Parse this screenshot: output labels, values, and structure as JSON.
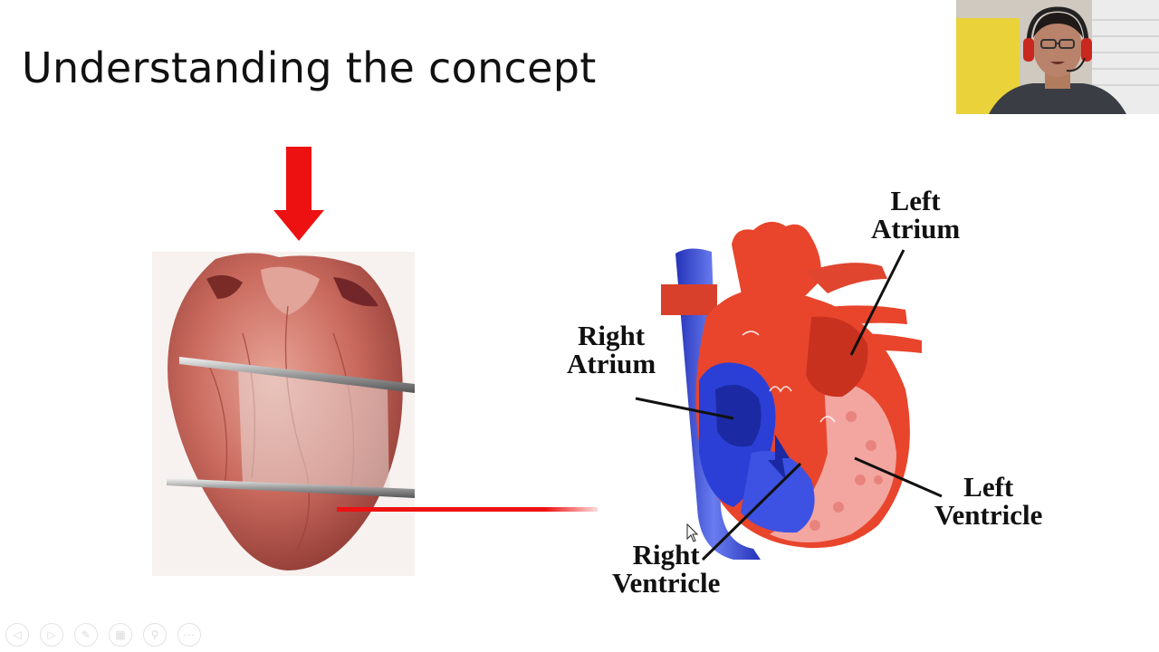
{
  "slide": {
    "title": "Understanding the concept"
  },
  "labels": {
    "left_atrium": [
      "Left",
      "Atrium"
    ],
    "right_atrium": [
      "Right",
      "Atrium"
    ],
    "left_ventricle": [
      "Left",
      "Ventricle"
    ],
    "right_ventricle": [
      "Right",
      "Ventricle"
    ]
  },
  "colors": {
    "arrow": "#ee1111",
    "oxygenated": "#e8452c",
    "deoxygenated": "#2b3fd6"
  },
  "controls": [
    {
      "name": "previous-slide-icon",
      "glyph": "◁"
    },
    {
      "name": "next-slide-icon",
      "glyph": "▷"
    },
    {
      "name": "pen-tool-icon",
      "glyph": "✎"
    },
    {
      "name": "slides-grid-icon",
      "glyph": "▦"
    },
    {
      "name": "zoom-icon",
      "glyph": "⚲"
    },
    {
      "name": "more-options-icon",
      "glyph": "⋯"
    }
  ]
}
